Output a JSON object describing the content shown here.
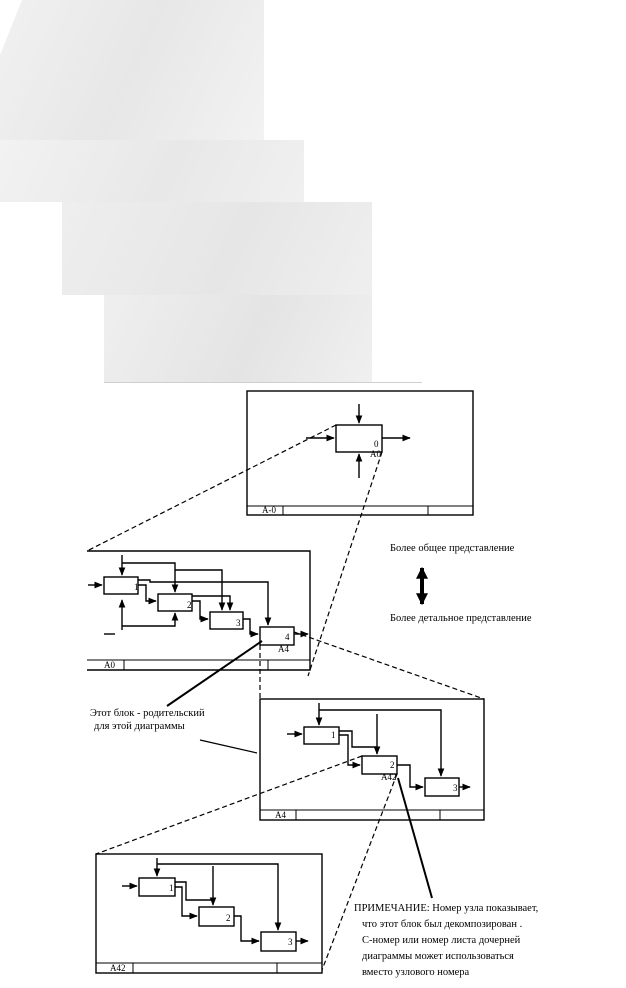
{
  "frames": {
    "a_minus_0": {
      "node_label": "A-0",
      "block_number": "0",
      "block_ref": "A0"
    },
    "a0": {
      "node_label": "A0",
      "block_numbers": [
        "1",
        "2",
        "3",
        "4"
      ],
      "block_ref": "A4"
    },
    "a4": {
      "node_label": "A4",
      "block_numbers": [
        "1",
        "2",
        "3"
      ],
      "block_ref": "A42"
    },
    "a42": {
      "node_label": "A42",
      "block_numbers": [
        "1",
        "2",
        "3"
      ]
    }
  },
  "legend": {
    "general": "Более общее представление",
    "detailed": "Более детальное представление"
  },
  "parent_note": {
    "line1": "Этот блок - родительский",
    "line2": "для этой диаграммы"
  },
  "remark": {
    "line1": "ПРИМЕЧАНИЕ: Номер узла показывает,",
    "line2": "что этот блок был декомпозирован .",
    "line3": "С-номер или номер листа дочерней",
    "line4": "диаграммы может использоваться",
    "line5": "вместо узлового номера"
  }
}
